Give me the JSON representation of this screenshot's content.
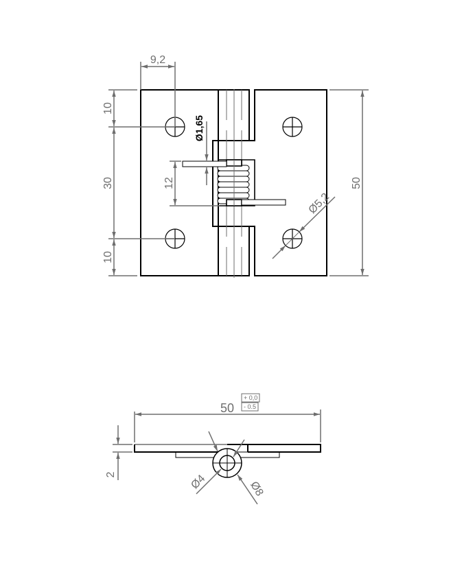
{
  "drawing": {
    "title": "Spring hinge technical drawing",
    "colors": {
      "outline": "#000000",
      "dimension": "#6e6e6e",
      "highlight_dim": "#000000"
    },
    "front_view": {
      "dims": {
        "hole_offset_x": "9,2",
        "top_margin": "10",
        "hole_spacing": "30",
        "bottom_margin": "10",
        "spring_length": "12",
        "wire_diameter": "Ø1,65",
        "hole_diameter": "Ø5,2",
        "height": "50"
      }
    },
    "side_view": {
      "dims": {
        "width": "50",
        "tol_upper": "+ 0,0",
        "tol_lower": "- 0.5",
        "thickness": "2",
        "pin_diameter": "Ø4",
        "knuckle_diameter": "Ø8"
      }
    }
  }
}
